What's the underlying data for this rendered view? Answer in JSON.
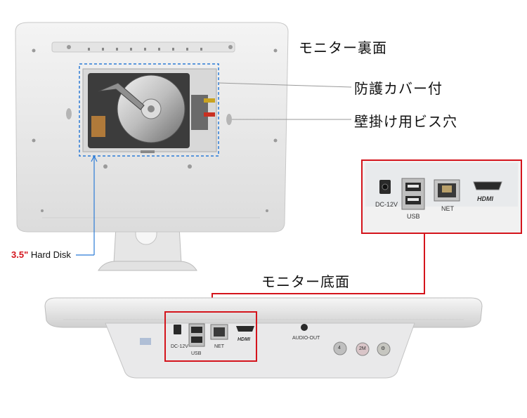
{
  "labels": {
    "monitor_back": "モニター裏面",
    "protective_cover": "防護カバー付",
    "wall_mount_hole": "壁掛け用ビス穴",
    "monitor_bottom": "モニター底面",
    "hard_disk_size": "3.5\"",
    "hard_disk_text": " Hard Disk"
  },
  "ports_zoom": {
    "dc": "DC-12V",
    "usb": "USB",
    "net": "NET",
    "hdmi": "HDMI"
  },
  "ports_bottom": {
    "dc": "DC-12V",
    "usb": "USB",
    "net": "NET",
    "hdmi": "HDMI",
    "audio": "AUDIO-OUT",
    "btn_1": "4",
    "btn_2": "2M",
    "btn_3": "⚙"
  },
  "colors": {
    "outline_red": "#d4141c",
    "dashed_blue": "#2b7bd6",
    "device_white": "#ebebeb"
  }
}
